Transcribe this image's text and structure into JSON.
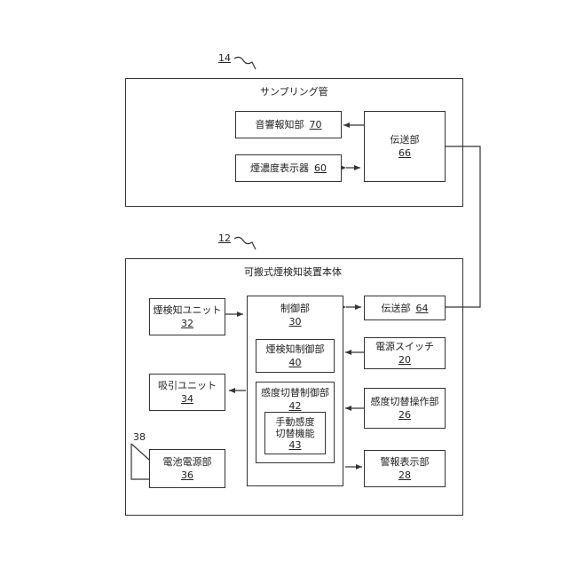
{
  "sampling_tube": {
    "ref": "14",
    "title": "サンプリング管",
    "acoustic": {
      "label": "音響報知部",
      "num": "70"
    },
    "smoke_display": {
      "label": "煙濃度表示器",
      "num": "60"
    },
    "transmit": {
      "label": "伝送部",
      "num": "66"
    }
  },
  "main_body": {
    "ref": "12",
    "title": "可搬式煙検知装置本体",
    "smoke_unit": {
      "label": "煙検知ユニット",
      "num": "32"
    },
    "suction_unit": {
      "label": "吸引ユニット",
      "num": "34"
    },
    "battery": {
      "label": "電池電源部",
      "num": "36"
    },
    "battery_ref": "38",
    "control": {
      "label": "制御部",
      "num": "30"
    },
    "smoke_control": {
      "label": "煙検知制御部",
      "num": "40"
    },
    "sens_control": {
      "label": "感度切替制御部",
      "num": "42"
    },
    "manual_sens": {
      "label_line1": "手動感度",
      "label_line2": "切替機能",
      "num": "43"
    },
    "transmit": {
      "label": "伝送部",
      "num": "64"
    },
    "power_switch": {
      "label": "電源スイッチ",
      "num": "20"
    },
    "sens_op": {
      "label": "感度切替操作部",
      "num": "26"
    },
    "alarm_display": {
      "label": "警報表示部",
      "num": "28"
    }
  }
}
